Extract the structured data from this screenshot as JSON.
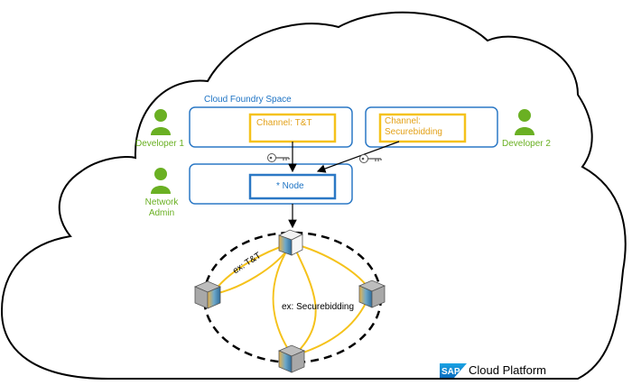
{
  "space": {
    "title": "Cloud Foundry Space"
  },
  "channels": [
    {
      "label_line1": "Channel: T&T",
      "label_line2": ""
    },
    {
      "label_line1": "Channel:",
      "label_line2": "Securebidding"
    }
  ],
  "node": {
    "label": "* Node"
  },
  "actors": [
    {
      "label_line1": "Developer 1",
      "label_line2": ""
    },
    {
      "label_line1": "Developer 2",
      "label_line2": ""
    },
    {
      "label_line1": "Network",
      "label_line2": "Admin"
    }
  ],
  "network_links": [
    {
      "label": "ex: T&T"
    },
    {
      "label": "ex: Securebidding"
    }
  ],
  "branding": {
    "logo_text": "SAP",
    "product": "Cloud Platform"
  },
  "colors": {
    "space_border": "#2b78c5",
    "channel_border": "#f5c21b",
    "actor": "#6ab023",
    "link": "#f5c21b"
  }
}
